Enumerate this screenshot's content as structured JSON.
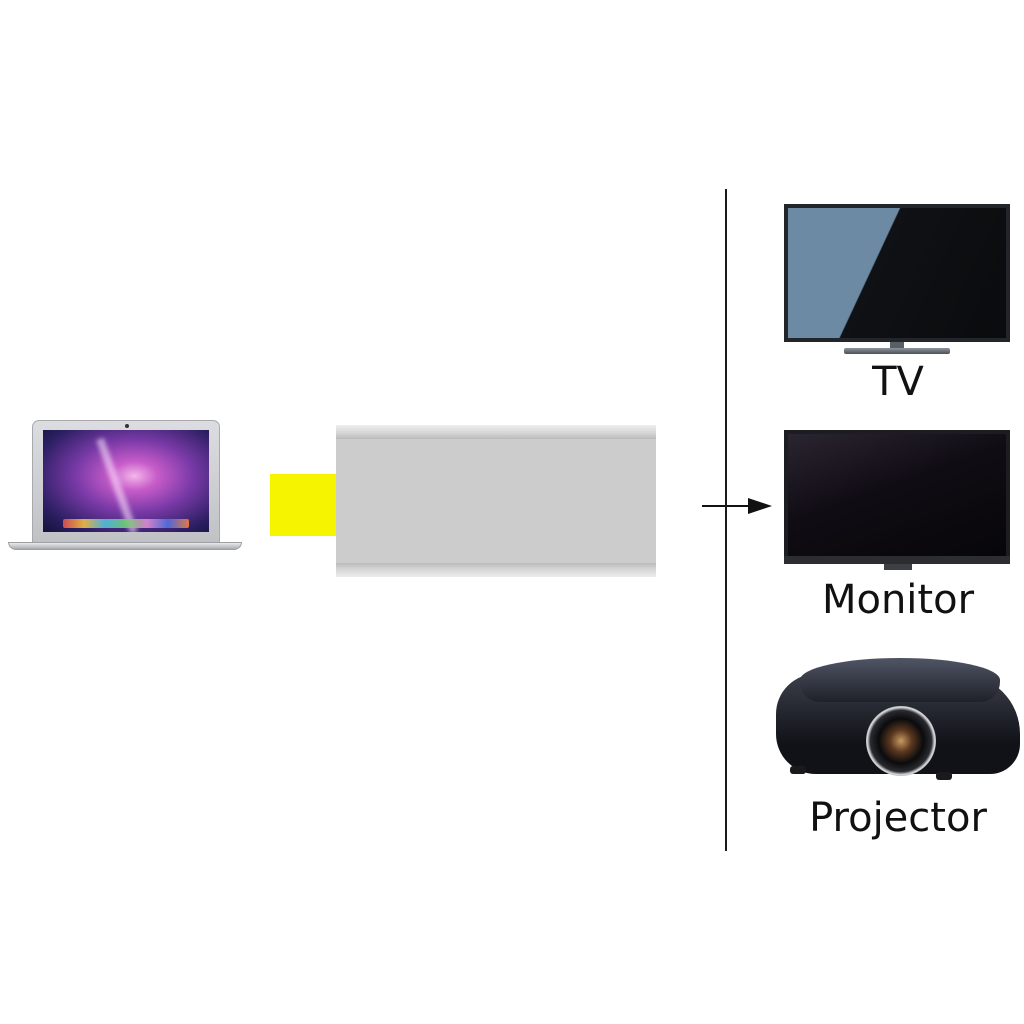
{
  "outputs": [
    {
      "id": "tv",
      "label": "TV",
      "icon": "tv-icon"
    },
    {
      "id": "monitor",
      "label": "Monitor",
      "icon": "monitor-icon"
    },
    {
      "id": "projector",
      "label": "Projector",
      "icon": "projector-icon"
    }
  ],
  "source": {
    "icon": "laptop-icon"
  },
  "adapter": {
    "icon": "usb-adapter-icon"
  },
  "colors": {
    "connector": "#f7f400",
    "adapter_body": "#cccccc",
    "divider": "#1a1a1a",
    "text": "#111111"
  }
}
